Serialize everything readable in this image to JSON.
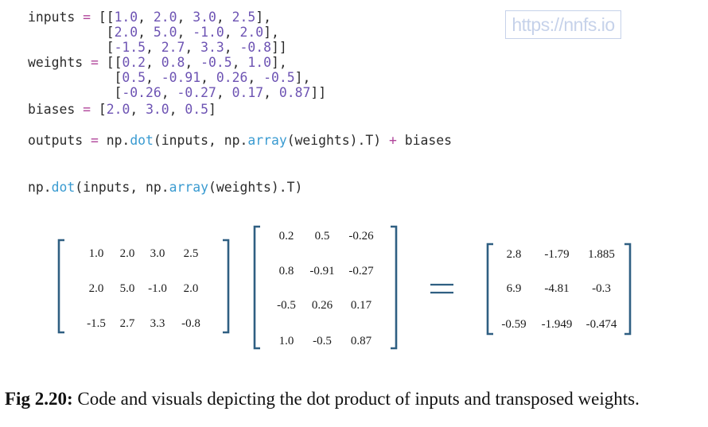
{
  "code": {
    "lines": [
      [
        [
          "id",
          "inputs "
        ],
        [
          "op",
          "="
        ],
        [
          "id",
          " [["
        ],
        [
          "num",
          "1.0"
        ],
        [
          "id",
          ", "
        ],
        [
          "num",
          "2.0"
        ],
        [
          "id",
          ", "
        ],
        [
          "num",
          "3.0"
        ],
        [
          "id",
          ", "
        ],
        [
          "num",
          "2.5"
        ],
        [
          "id",
          "],"
        ]
      ],
      [
        [
          "id",
          "          ["
        ],
        [
          "num",
          "2.0"
        ],
        [
          "id",
          ", "
        ],
        [
          "num",
          "5.0"
        ],
        [
          "id",
          ", "
        ],
        [
          "num",
          "-1.0"
        ],
        [
          "id",
          ", "
        ],
        [
          "num",
          "2.0"
        ],
        [
          "id",
          "],"
        ]
      ],
      [
        [
          "id",
          "          ["
        ],
        [
          "num",
          "-1.5"
        ],
        [
          "id",
          ", "
        ],
        [
          "num",
          "2.7"
        ],
        [
          "id",
          ", "
        ],
        [
          "num",
          "3.3"
        ],
        [
          "id",
          ", "
        ],
        [
          "num",
          "-0.8"
        ],
        [
          "id",
          "]]"
        ]
      ],
      [
        [
          "id",
          "weights "
        ],
        [
          "op",
          "="
        ],
        [
          "id",
          " [["
        ],
        [
          "num",
          "0.2"
        ],
        [
          "id",
          ", "
        ],
        [
          "num",
          "0.8"
        ],
        [
          "id",
          ", "
        ],
        [
          "num",
          "-0.5"
        ],
        [
          "id",
          ", "
        ],
        [
          "num",
          "1.0"
        ],
        [
          "id",
          "],"
        ]
      ],
      [
        [
          "id",
          "           ["
        ],
        [
          "num",
          "0.5"
        ],
        [
          "id",
          ", "
        ],
        [
          "num",
          "-0.91"
        ],
        [
          "id",
          ", "
        ],
        [
          "num",
          "0.26"
        ],
        [
          "id",
          ", "
        ],
        [
          "num",
          "-0.5"
        ],
        [
          "id",
          "],"
        ]
      ],
      [
        [
          "id",
          "           ["
        ],
        [
          "num",
          "-0.26"
        ],
        [
          "id",
          ", "
        ],
        [
          "num",
          "-0.27"
        ],
        [
          "id",
          ", "
        ],
        [
          "num",
          "0.17"
        ],
        [
          "id",
          ", "
        ],
        [
          "num",
          "0.87"
        ],
        [
          "id",
          "]]"
        ]
      ],
      [
        [
          "id",
          "biases "
        ],
        [
          "op",
          "="
        ],
        [
          "id",
          " ["
        ],
        [
          "num",
          "2.0"
        ],
        [
          "id",
          ", "
        ],
        [
          "num",
          "3.0"
        ],
        [
          "id",
          ", "
        ],
        [
          "num",
          "0.5"
        ],
        [
          "id",
          "]"
        ]
      ],
      [
        [
          "id",
          "outputs "
        ],
        [
          "op",
          "="
        ],
        [
          "id",
          " np."
        ],
        [
          "fn",
          "dot"
        ],
        [
          "id",
          "(inputs, np."
        ],
        [
          "fn",
          "array"
        ],
        [
          "id",
          "(weights).T) "
        ],
        [
          "op",
          "+"
        ],
        [
          "id",
          " biases"
        ]
      ],
      [
        [
          "id",
          "np."
        ],
        [
          "fn",
          "dot"
        ],
        [
          "id",
          "(inputs, np."
        ],
        [
          "fn",
          "array"
        ],
        [
          "id",
          "(weights).T)"
        ]
      ]
    ]
  },
  "watermark": "https://nnfs.io",
  "matrices": {
    "inputs": [
      [
        "1.0",
        "2.0",
        "3.0",
        "2.5"
      ],
      [
        "2.0",
        "5.0",
        "-1.0",
        "2.0"
      ],
      [
        "-1.5",
        "2.7",
        "3.3",
        "-0.8"
      ]
    ],
    "weights_T": [
      [
        "0.2",
        "0.5",
        "-0.26"
      ],
      [
        "0.8",
        "-0.91",
        "-0.27"
      ],
      [
        "-0.5",
        "0.26",
        "0.17"
      ],
      [
        "1.0",
        "-0.5",
        "0.87"
      ]
    ],
    "equals": "=",
    "result": [
      [
        "2.8",
        "-1.79",
        "1.885"
      ],
      [
        "6.9",
        "-4.81",
        "-0.3"
      ],
      [
        "-0.59",
        "-1.949",
        "-0.474"
      ]
    ],
    "bracket_color": "#2f5f82"
  },
  "caption": {
    "label": "Fig 2.20:",
    "text": " Code and visuals depicting the dot product of inputs and transposed weights."
  }
}
